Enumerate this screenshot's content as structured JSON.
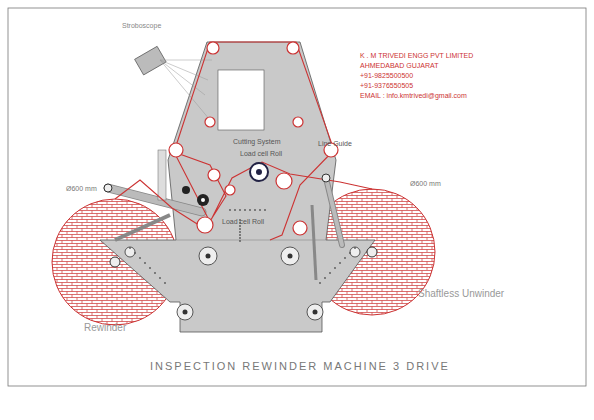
{
  "diagram": {
    "title": "INSPECTION REWINDER MACHINE 3 DRIVE",
    "labels": [
      "Stroboscope",
      "Cutting System",
      "Load cell Roll",
      "Line Guide",
      "Ø600 mm",
      "Ø600 mm",
      "Load cell Roll",
      "Shaftless Unwinder",
      "Rewinder",
      "K . M TRIVEDI ENGG PVT LIMITED",
      "AHMEDABAD GUJARAT",
      "+91-9825500500",
      "+91-9376550505",
      "EMAIL : info.kmtrivedi@gmail.com"
    ]
  }
}
